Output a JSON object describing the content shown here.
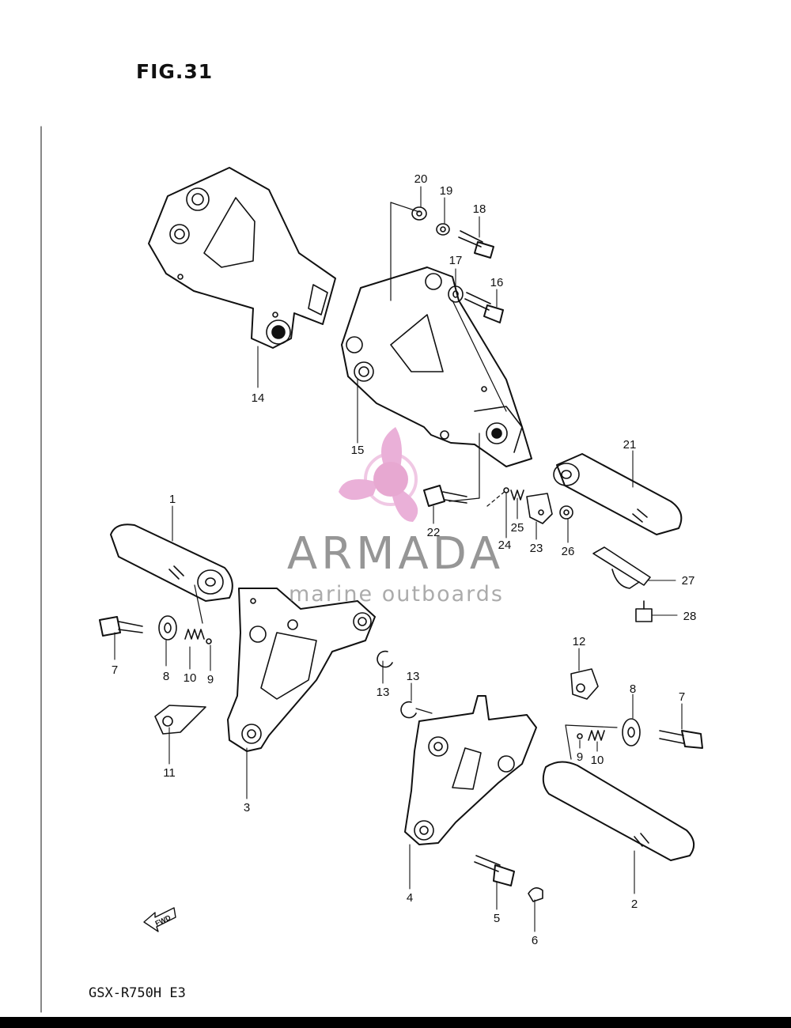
{
  "figure": {
    "title": "FIG.31",
    "model": "GSX-R750H  E3"
  },
  "watermark": {
    "brand": "ARMADA",
    "tagline": "marine outboards",
    "logo_color": "#e8a8d4"
  },
  "fwd_label": "FWD",
  "callouts": [
    "1",
    "2",
    "3",
    "4",
    "5",
    "6",
    "7",
    "7",
    "8",
    "8",
    "9",
    "9",
    "10",
    "10",
    "11",
    "12",
    "13",
    "13",
    "14",
    "15",
    "16",
    "17",
    "18",
    "19",
    "20",
    "21",
    "22",
    "23",
    "24",
    "25",
    "26",
    "27",
    "28"
  ]
}
